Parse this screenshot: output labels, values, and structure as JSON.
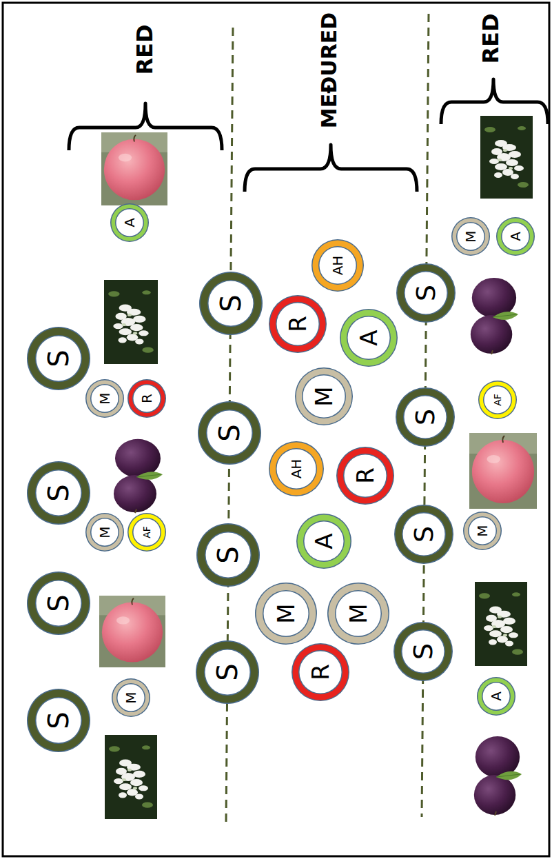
{
  "diagram": {
    "nodes": [
      {
        "text": [
          "S"
        ]
      },
      {
        "text": [
          "S"
        ]
      },
      {
        "text": [
          "S"
        ]
      },
      {
        "text": [
          "S"
        ]
      },
      {
        "text": [
          "A"
        ]
      },
      {
        "text": [
          "M"
        ]
      },
      {
        "text": [
          "R"
        ]
      },
      {
        "text": [
          "M"
        ]
      },
      {
        "text": [
          "AF"
        ]
      },
      {
        "text": [
          "M"
        ]
      },
      {
        "text": [
          "S"
        ]
      },
      {
        "text": [
          "S"
        ]
      },
      {
        "text": [
          "S"
        ]
      },
      {
        "text": [
          "S"
        ]
      },
      {
        "text": [
          "AH"
        ]
      },
      {
        "text": [
          "R"
        ]
      },
      {
        "text": [
          "A"
        ]
      },
      {
        "text": [
          "M"
        ]
      },
      {
        "text": [
          "AH"
        ]
      },
      {
        "text": [
          "R"
        ]
      },
      {
        "text": [
          "A"
        ]
      },
      {
        "text": [
          "M"
        ]
      },
      {
        "text": [
          "M"
        ]
      },
      {
        "text": [
          "R"
        ]
      },
      {
        "text": [
          "S"
        ]
      },
      {
        "text": [
          "S"
        ]
      },
      {
        "text": [
          "S"
        ]
      },
      {
        "text": [
          "S"
        ]
      },
      {
        "text": [
          "M"
        ]
      },
      {
        "text": [
          "A"
        ]
      },
      {
        "text": [
          "AF"
        ]
      },
      {
        "text": [
          "M"
        ]
      },
      {
        "text": [
          "A"
        ]
      }
    ],
    "labels": [
      "RED",
      "MEĐURED",
      "RED"
    ]
  }
}
